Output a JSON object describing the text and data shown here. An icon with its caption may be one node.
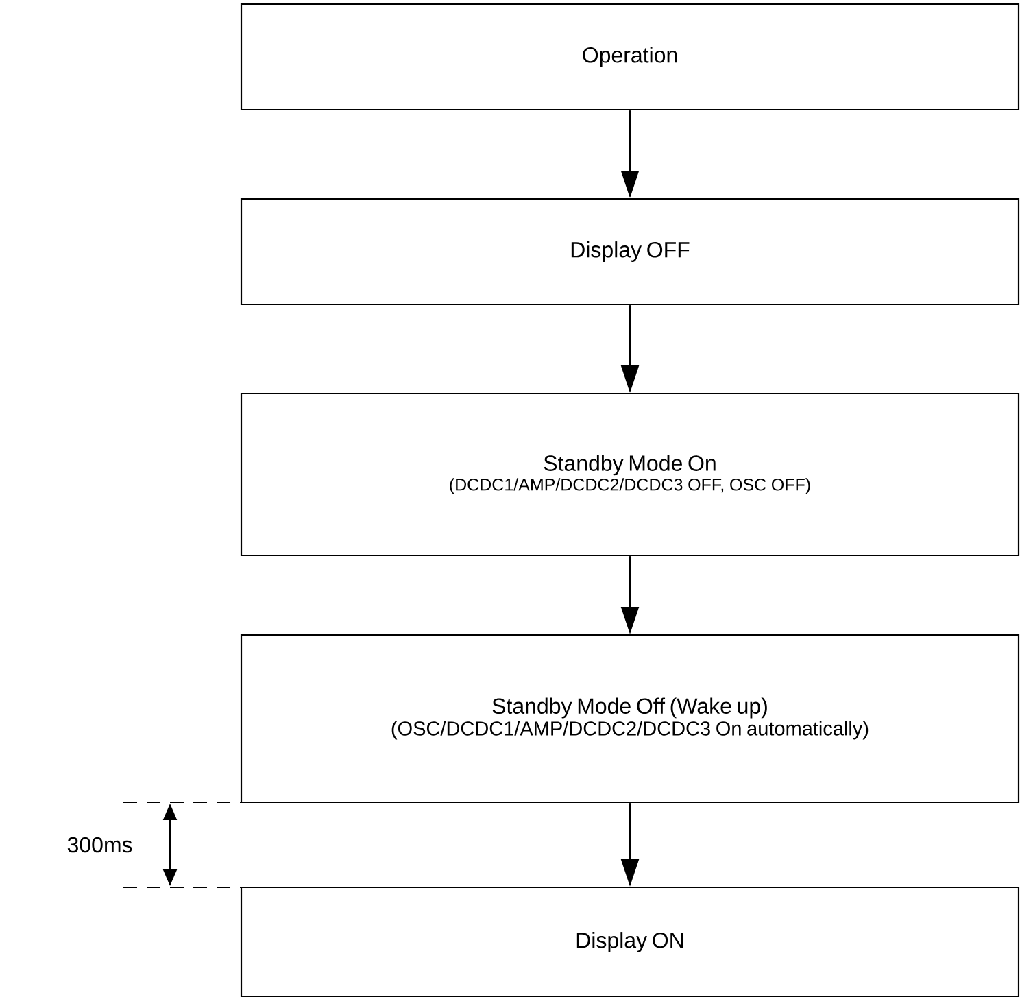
{
  "diagram": {
    "nodes": [
      {
        "text": [
          "Operation"
        ]
      },
      {
        "text": [
          "Display OFF"
        ]
      },
      {
        "text": [
          "Standby Mode On",
          "(DCDC1/AMP/DCDC2/DCDC3 OFF, OSC OFF)"
        ]
      },
      {
        "text": [
          "Standby Mode Off (Wake up)",
          "(OSC/DCDC1/AMP/DCDC2/DCDC3 On automatically)"
        ]
      },
      {
        "text": [
          "Display ON"
        ]
      }
    ],
    "edges": [
      {
        "from": 0,
        "to": 1,
        "arrow": "to"
      },
      {
        "from": 1,
        "to": 2,
        "arrow": "to"
      },
      {
        "from": 2,
        "to": 3,
        "arrow": "to"
      },
      {
        "from": 3,
        "to": 4,
        "arrow": "to"
      }
    ],
    "labels": [
      "300ms"
    ]
  }
}
